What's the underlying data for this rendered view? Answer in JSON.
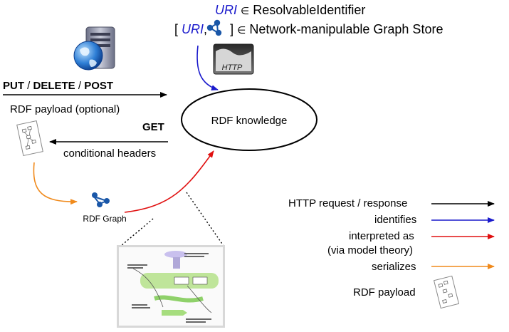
{
  "header": {
    "uri_line1": "URI",
    "in1": "∈",
    "type1": "ResolvableIdentifier",
    "bracket_open": "[",
    "uri_line2": "URI",
    "comma": ",",
    "bracket_close": "]",
    "in2": "∈",
    "type2": "Network-manipulable Graph Store"
  },
  "http_badge": "HTTP",
  "left": {
    "put": "PUT",
    "slash1": "/",
    "delete": "DELETE",
    "slash2": "/",
    "post": "POST",
    "payload_label": "RDF payload (optional)",
    "get": "GET",
    "conditional": "conditional headers"
  },
  "center": {
    "node": "RDF knowledge",
    "graph_label": "RDF Graph"
  },
  "legend": [
    {
      "label": "HTTP request / response",
      "color": "#000000"
    },
    {
      "label": "identifies",
      "color": "#1a1acc"
    },
    {
      "label": "interpreted as",
      "label2": "(via model theory)",
      "color": "#e01010"
    },
    {
      "label": "serializes",
      "color": "#f08a1c"
    },
    {
      "label": "RDF payload",
      "icon": "document-icon"
    }
  ],
  "icons": [
    "server-globe-icon",
    "graph-icon",
    "document-icon",
    "model-theory-thumbnail"
  ],
  "colors": {
    "http": "#000000",
    "identifies": "#1a1acc",
    "interpreted": "#e01010",
    "serializes": "#f08a1c"
  }
}
